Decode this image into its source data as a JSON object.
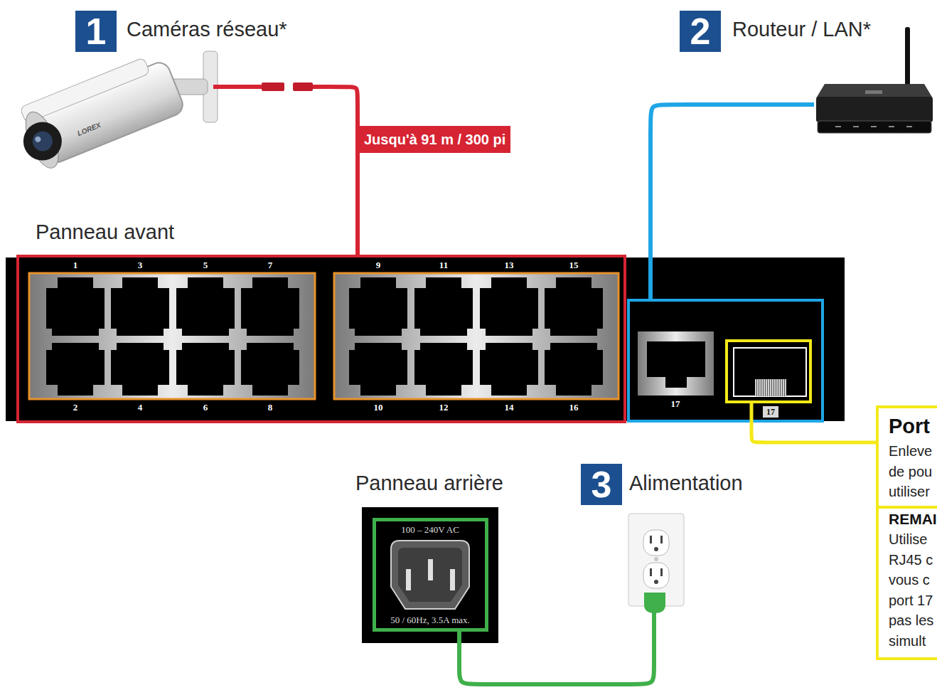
{
  "diagram": {
    "nodes": [
      {
        "text": [
          "Caméras réseau*"
        ]
      },
      {
        "text": [
          "1"
        ],
        "in": 0
      },
      {
        "text": [
          "Routeur / LAN*"
        ]
      },
      {
        "text": [
          "2"
        ],
        "in": 2
      },
      {
        "text": [
          "Panneau avant"
        ]
      },
      {
        "text": [
          "1",
          "3",
          "5",
          "7",
          "9",
          "11",
          "13",
          "15",
          "2",
          "4",
          "6",
          "8",
          "10",
          "12",
          "14",
          "16"
        ],
        "in": 4
      },
      {
        "text": [
          "17"
        ],
        "in": 4
      },
      {
        "text": [
          "17"
        ],
        "in": 6
      },
      {
        "text": [
          "Port",
          "Enleve de pou utiliser",
          "REMAI",
          "Utilise RJ45 c vous c port 17 pas les simult"
        ]
      },
      {
        "text": [
          "Panneau arrière"
        ]
      },
      {
        "text": [
          "100 – 240V AC",
          "50 / 60Hz, 3.5A max."
        ],
        "in": 9
      },
      {
        "text": [
          "Alimentation"
        ]
      },
      {
        "text": [
          "3"
        ],
        "in": 11
      }
    ],
    "edges": [
      {
        "from": 0,
        "to": 5,
        "label": "Jusqu'à 91 m / 300 pi",
        "arrow": "none"
      },
      {
        "from": 2,
        "to": 6,
        "arrow": "none"
      },
      {
        "from": 7,
        "to": 8,
        "arrow": "none"
      },
      {
        "from": 10,
        "to": 11,
        "arrow": "none"
      }
    ],
    "labels": [
      "LOREX"
    ]
  }
}
